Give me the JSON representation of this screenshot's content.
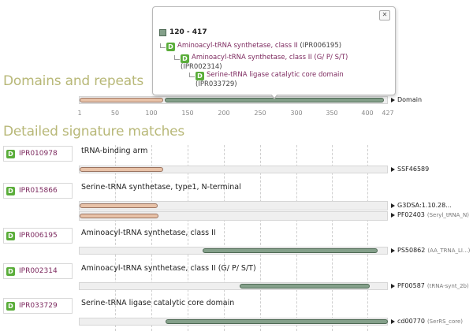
{
  "domains": {
    "title": "Domains and repeats",
    "domain_label": "Domain"
  },
  "scale": {
    "min": 1,
    "max": 427,
    "ticks": [
      "1",
      "50",
      "100",
      "150",
      "200",
      "250",
      "300",
      "350",
      "400",
      "427"
    ]
  },
  "signatures_title": "Detailed signature matches",
  "popup": {
    "close_label": "✕",
    "range": "120 - 417",
    "hierarchy": [
      {
        "badge": "D",
        "name": "Aminoacyl-tRNA synthetase, class II",
        "accession": "(IPR006195)"
      },
      {
        "badge": "D",
        "name": "Aminoacyl-tRNA synthetase, class II (G/ P/ S/T)",
        "accession": "(IPR002314)"
      },
      {
        "badge": "D",
        "name": "Serine-tRNA ligase catalytic core domain",
        "accession": "(IPR033729)"
      }
    ]
  },
  "entries": [
    {
      "badge": "D",
      "id": "IPR010978",
      "name": "tRNA-binding arm",
      "tracks": [
        {
          "label": "SSF46589",
          "sub": ""
        }
      ]
    },
    {
      "badge": "D",
      "id": "IPR015866",
      "name": "Serine-tRNA synthetase, type1, N-terminal",
      "tracks": [
        {
          "label": "G3DSA:1.10.28...",
          "sub": ""
        },
        {
          "label": "PF02403",
          "sub": "(Seryl_tRNA_N)"
        }
      ]
    },
    {
      "badge": "D",
      "id": "IPR006195",
      "name": "Aminoacyl-tRNA synthetase, class II",
      "tracks": [
        {
          "label": "PS50862",
          "sub": "(AA_TRNA_LI...)"
        }
      ]
    },
    {
      "badge": "D",
      "id": "IPR002314",
      "name": "Aminoacyl-tRNA synthetase, class II (G/ P/ S/T)",
      "tracks": [
        {
          "label": "PF00587",
          "sub": "(tRNA-synt_2b)"
        }
      ]
    },
    {
      "badge": "D",
      "id": "IPR033729",
      "name": "Serine-tRNA ligase catalytic core domain",
      "tracks": [
        {
          "label": "cd00770",
          "sub": "(SerRS_core)"
        }
      ]
    }
  ],
  "colors": {
    "domain_green": "#84a08a",
    "repeat_tan": "#e8c2a8",
    "badge_green": "#5aad3a",
    "link_purple": "#7d2a5f",
    "title_olive": "#b8b878"
  }
}
